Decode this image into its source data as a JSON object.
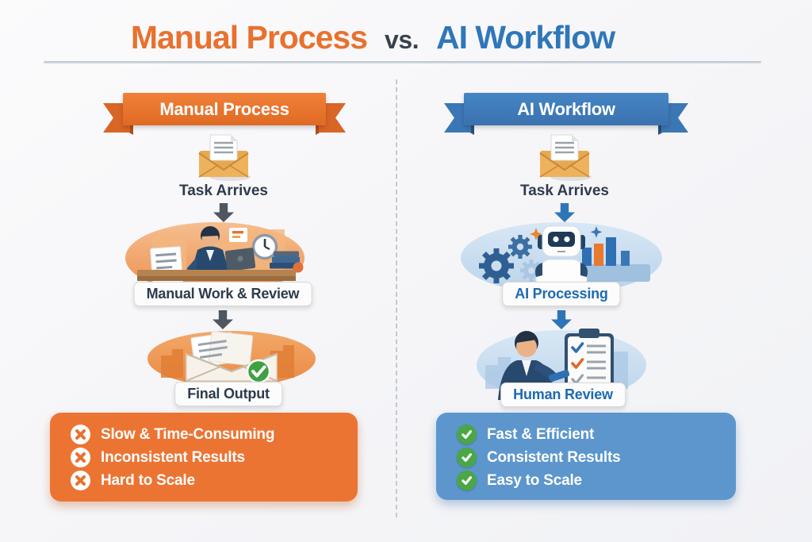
{
  "header": {
    "title_left": "Manual Process",
    "title_vs": "vs.",
    "title_right": "AI Workflow"
  },
  "colors": {
    "orange_accent": "#e8712f",
    "blue_accent": "#2f77b8",
    "dark_text": "#2f3b4c",
    "panel_orange": "#ec7433",
    "panel_blue": "#5c96cd",
    "check_green": "#4ba645"
  },
  "left": {
    "banner_label": "Manual Process",
    "step1": {
      "icon": "envelope-document-icon",
      "label": "Task Arrives"
    },
    "step2": {
      "illustration": "person-working-at-desk",
      "label": "Manual Work & Review"
    },
    "step3": {
      "illustration": "envelope-approved",
      "label": "Final Output"
    },
    "summary": [
      {
        "icon": "x-circle-icon",
        "text": "Slow & Time-Consuming"
      },
      {
        "icon": "x-circle-icon",
        "text": "Inconsistent Results"
      },
      {
        "icon": "x-circle-icon",
        "text": "Hard to Scale"
      }
    ]
  },
  "right": {
    "banner_label": "AI Workflow",
    "step1": {
      "icon": "envelope-document-icon",
      "label": "Task Arrives"
    },
    "step2": {
      "illustration": "robot-with-gears-and-chart",
      "label": "AI Processing"
    },
    "step3": {
      "illustration": "person-with-checklist",
      "label": "Human Review"
    },
    "summary": [
      {
        "icon": "check-circle-icon",
        "text": "Fast & Efficient"
      },
      {
        "icon": "check-circle-icon",
        "text": "Consistent Results"
      },
      {
        "icon": "check-circle-icon",
        "text": "Easy to Scale"
      }
    ]
  }
}
